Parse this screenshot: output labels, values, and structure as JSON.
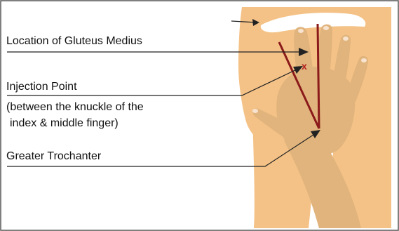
{
  "labels": {
    "gluteus_medius": "Location of Gluteus Medius",
    "injection_point": "Injection Point",
    "injection_detail_line1": "(between the knuckle of the",
    "injection_detail_line2": "index & middle finger)",
    "greater_trochanter": "Greater Trochanter",
    "injection_marker": "x"
  },
  "colors": {
    "skin": "#f4c287",
    "hand": "#e0b47c",
    "hand_shade": "#c8966a",
    "bone": "#ffffff",
    "triangle_line": "#8b1a1a",
    "marker": "#b22222",
    "leader_line": "#222222",
    "border": "#555555"
  }
}
